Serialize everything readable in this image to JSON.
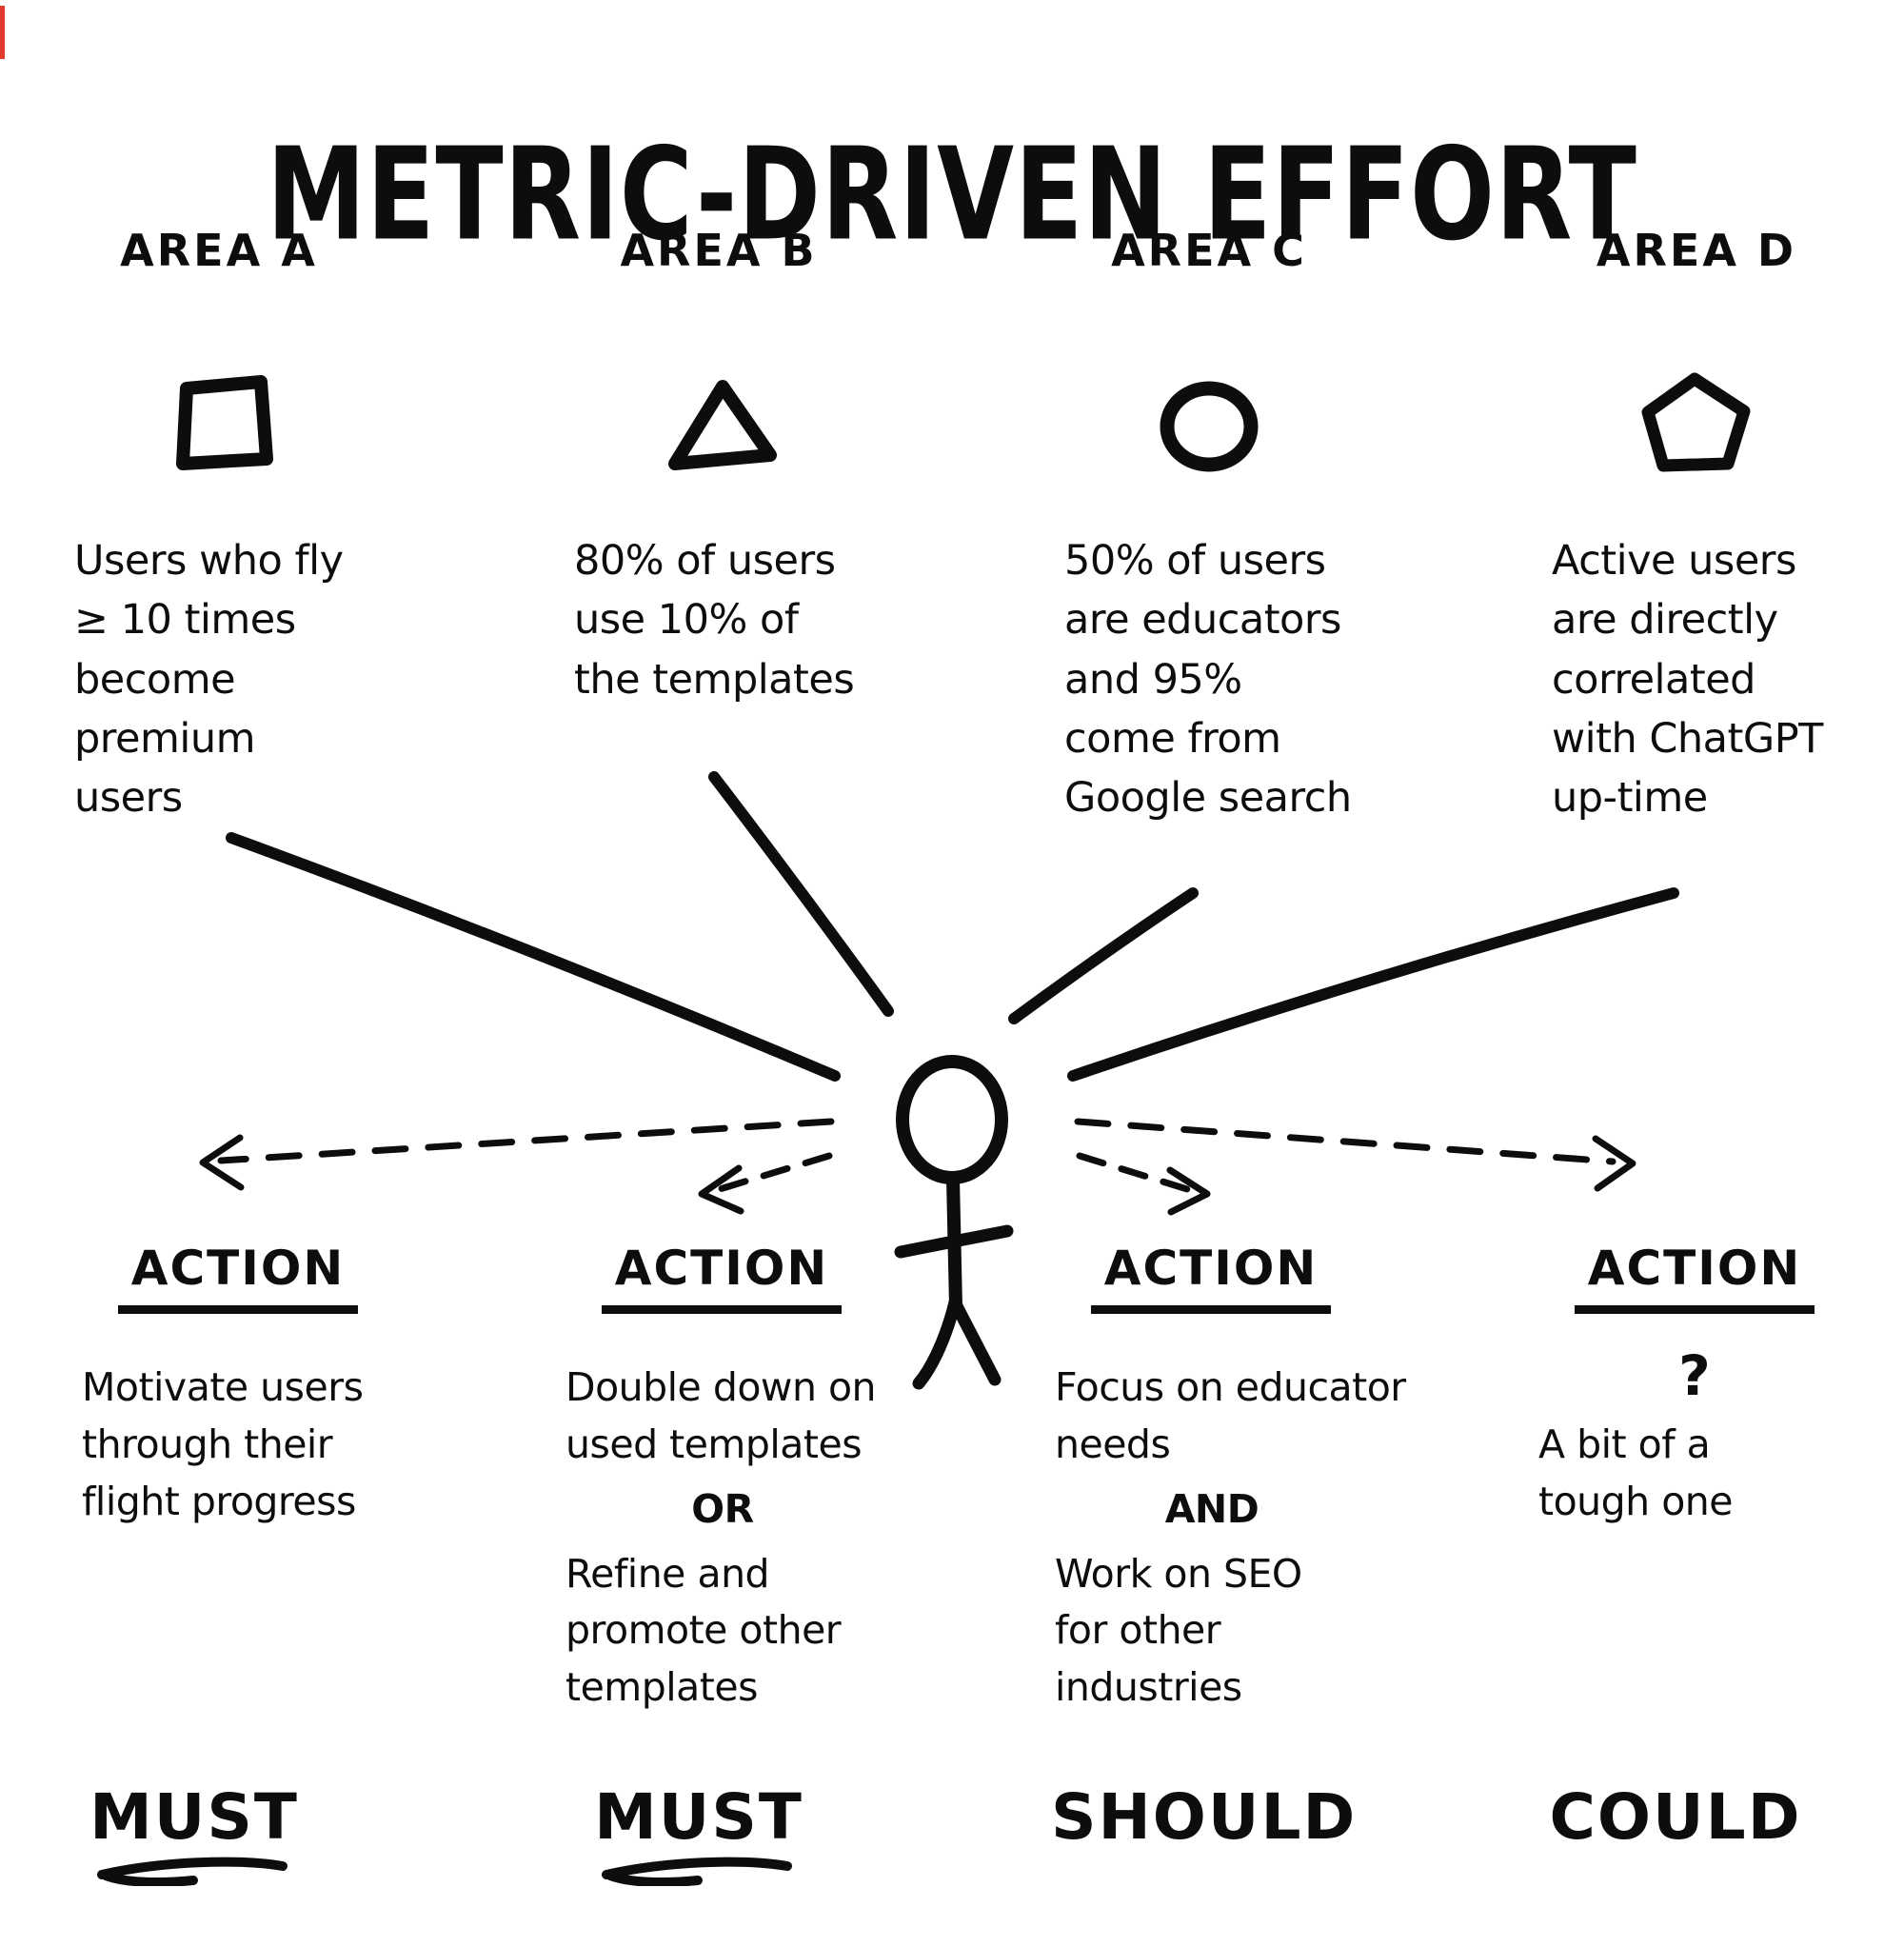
{
  "title": "METRIC-DRIVEN EFFORT",
  "ink_color": "#0d0d0d",
  "background_color": "#ffffff",
  "edge_artifact_color": "#e03a2f",
  "figure": "stick-person",
  "areas": [
    {
      "label": "AREA A",
      "icon": "square-icon",
      "metric": "Users who fly\n≥ 10 times\nbecome premium\nusers",
      "action_heading": "ACTION",
      "action": {
        "part1": "Motivate users\nthrough their\nflight progress"
      },
      "priority": "MUST",
      "priority_underlined": true
    },
    {
      "label": "AREA B",
      "icon": "triangle-icon",
      "metric": "80% of users\nuse 10% of\nthe templates",
      "action_heading": "ACTION",
      "action": {
        "part1": "Double down on\nused templates",
        "connector": "OR",
        "part2": "Refine and\npromote other\ntemplates"
      },
      "priority": "MUST",
      "priority_underlined": true
    },
    {
      "label": "AREA C",
      "icon": "circle-icon",
      "metric": "50% of users\nare educators\nand 95%\ncome from\nGoogle search",
      "action_heading": "ACTION",
      "action": {
        "part1": "Focus on educator\nneeds",
        "connector": "AND",
        "part2": "Work on SEO\nfor other\nindustries"
      },
      "priority": "SHOULD",
      "priority_underlined": false
    },
    {
      "label": "AREA D",
      "icon": "pentagon-icon",
      "metric": "Active users\nare directly\ncorrelated\nwith ChatGPT\nup-time",
      "action_heading": "ACTION",
      "action": {
        "question": "?",
        "part1": "A bit of a\ntough one"
      },
      "priority": "COULD",
      "priority_underlined": false
    }
  ]
}
